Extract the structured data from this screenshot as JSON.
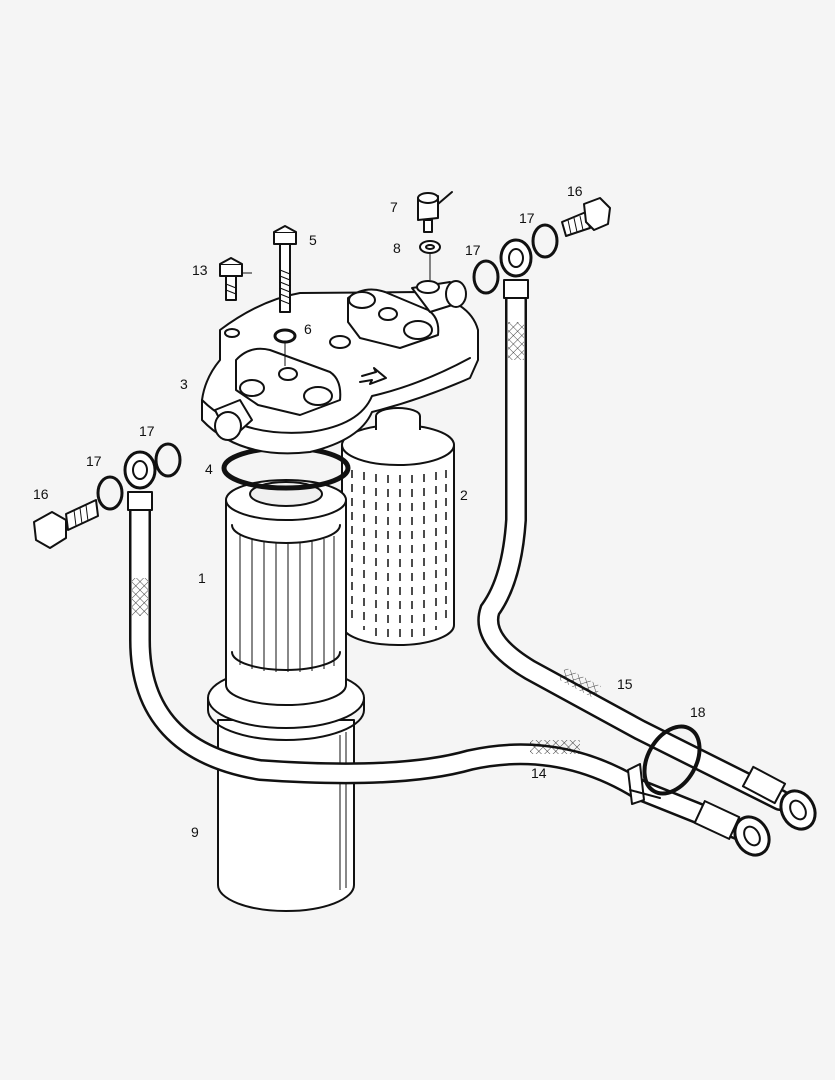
{
  "labels": {
    "l1": "1",
    "l2": "2",
    "l3": "3",
    "l4": "4",
    "l5": "5",
    "l6": "6",
    "l7": "7",
    "l8": "8",
    "l9": "9",
    "l13": "13",
    "l14": "14",
    "l15": "15",
    "l16a": "16",
    "l16b": "16",
    "l17a": "17",
    "l17b": "17",
    "l17c": "17",
    "l17d": "17",
    "l18": "18"
  }
}
